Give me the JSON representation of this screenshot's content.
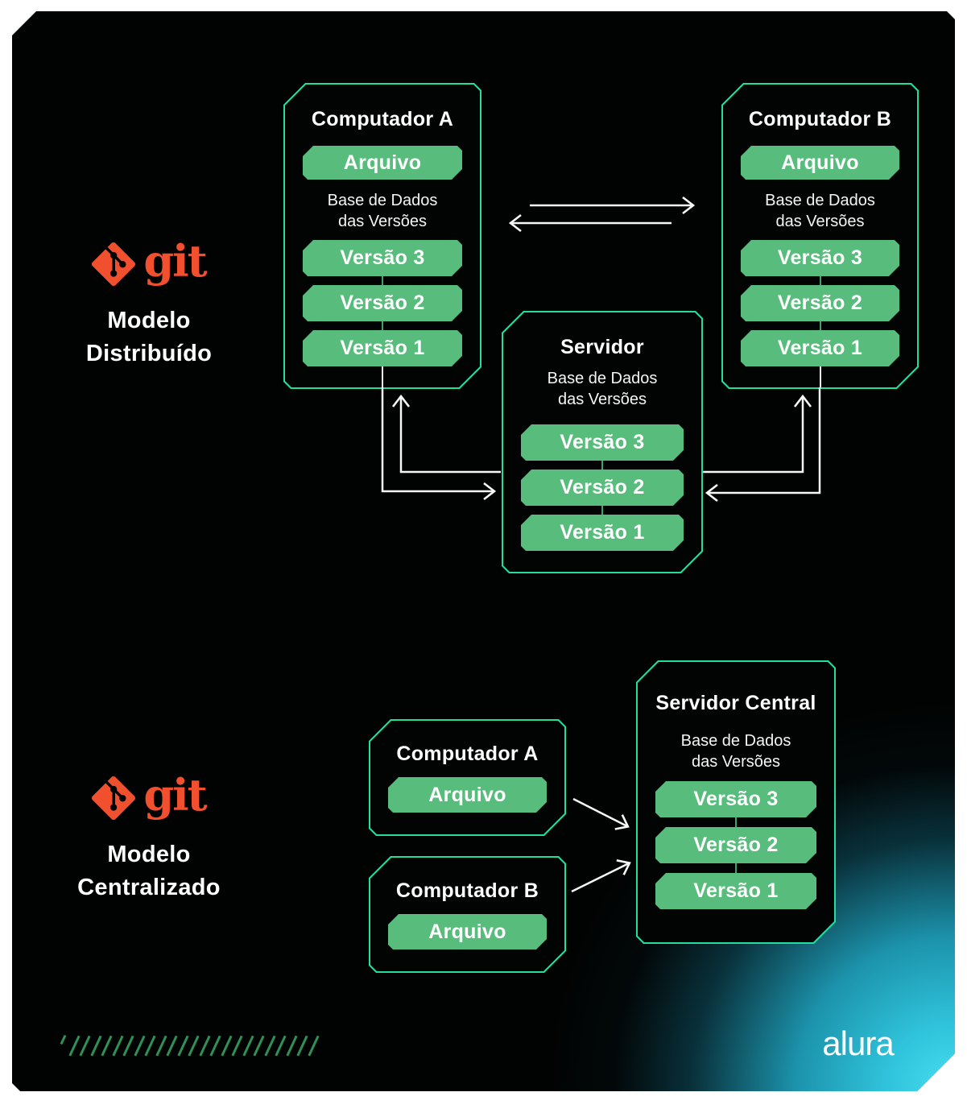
{
  "colors": {
    "outline_teal": "#21DD9E",
    "button_green": "#58BD7C",
    "connector_green": "#3FA36B",
    "git_orange": "#F1502F",
    "hatch_green": "#2F9159",
    "arrow_white": "#F7F7F7",
    "glow_cyan": "#47DCEE",
    "canvas_black": "#010302"
  },
  "sections": {
    "distributed": {
      "git_wordmark": "git",
      "label_line1": "Modelo",
      "label_line2": "Distribuído",
      "computer_a": {
        "title": "Computador A",
        "file_label": "Arquivo",
        "db_line1": "Base de Dados",
        "db_line2": "das Versões",
        "versions": [
          "Versão 3",
          "Versão 2",
          "Versão 1"
        ]
      },
      "computer_b": {
        "title": "Computador B",
        "file_label": "Arquivo",
        "db_line1": "Base de Dados",
        "db_line2": "das Versões",
        "versions": [
          "Versão 3",
          "Versão 2",
          "Versão 1"
        ]
      },
      "server": {
        "title": "Servidor",
        "db_line1": "Base de Dados",
        "db_line2": "das Versões",
        "versions": [
          "Versão 3",
          "Versão 2",
          "Versão 1"
        ]
      }
    },
    "centralized": {
      "git_wordmark": "git",
      "label_line1": "Modelo",
      "label_line2": "Centralizado",
      "computer_a": {
        "title": "Computador A",
        "file_label": "Arquivo"
      },
      "computer_b": {
        "title": "Computador B",
        "file_label": "Arquivo"
      },
      "server": {
        "title": "Servidor Central",
        "db_line1": "Base de Dados",
        "db_line2": "das Versões",
        "versions": [
          "Versão 3",
          "Versão 2",
          "Versão 1"
        ]
      }
    }
  },
  "footer": {
    "brand": "alura",
    "hatch_count": 24
  }
}
